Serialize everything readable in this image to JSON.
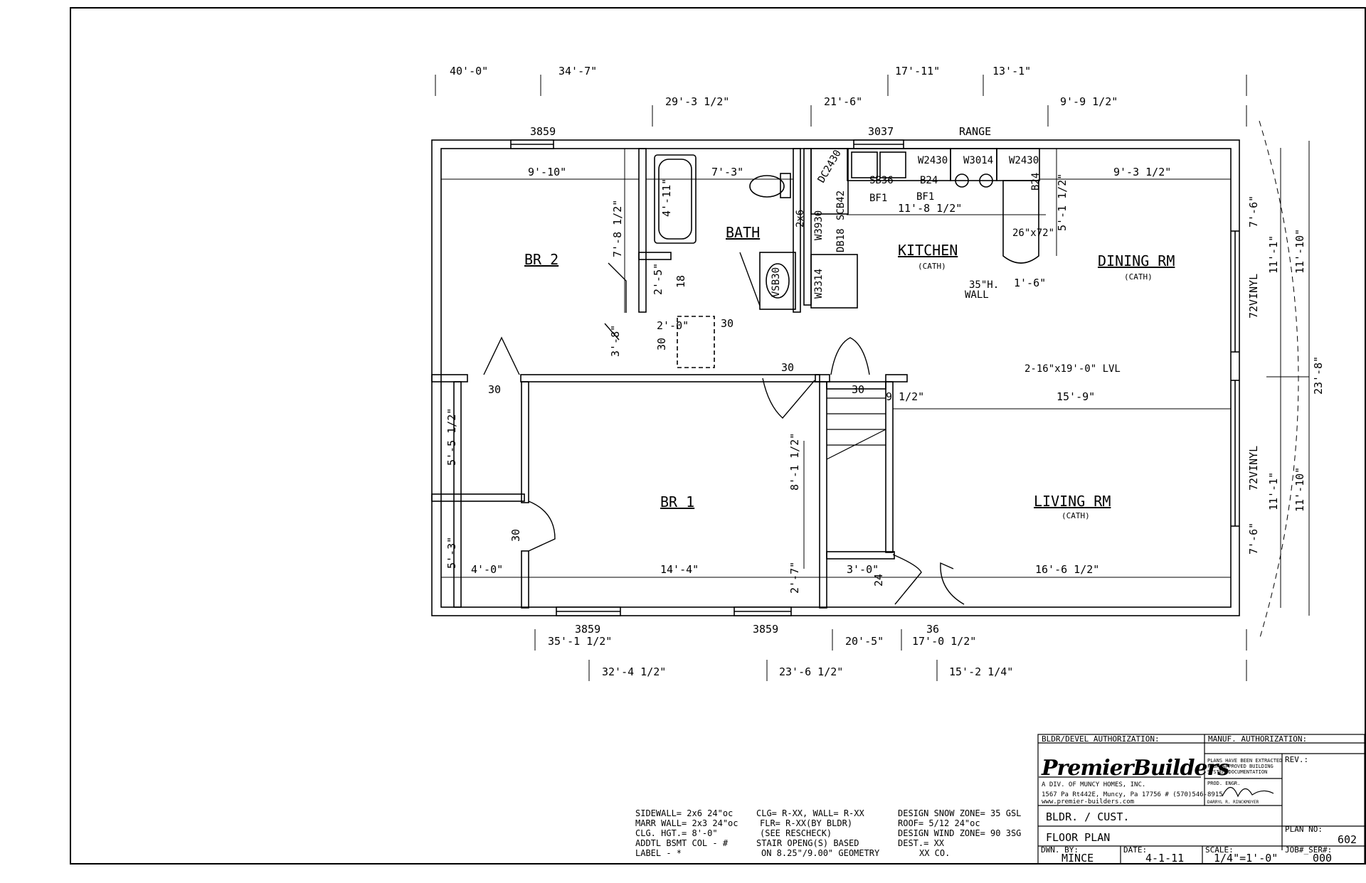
{
  "rooms": {
    "br2": "BR 2",
    "bath": "BATH",
    "kitchen": "KITCHEN",
    "kitchen_sub": "(CATH)",
    "dining": "DINING RM",
    "dining_sub": "(CATH)",
    "br1": "BR 1",
    "living": "LIVING RM",
    "living_sub": "(CATH)"
  },
  "top_dims_row1": [
    "40'-0\"",
    "34'-7\"",
    "17'-11\"",
    "13'-1\""
  ],
  "top_dims_row2": [
    "29'-3 1/2\"",
    "21'-6\"",
    "9'-9 1/2\""
  ],
  "top_labels": {
    "window_left": "3859",
    "window_mid": "3037",
    "range": "RANGE"
  },
  "interior_dims": {
    "br2_width": "9'-10\"",
    "bath_width": "7'-3\"",
    "dining_width": "9'-3 1/2\"",
    "kitchen_run": "11'-8 1/2\"",
    "br2_depth": "7'-8 1/2\"",
    "tub_len": "4'-11\"",
    "kitchen_depth": "5'-1 1/2\"",
    "island": "26\"x72\"",
    "island_ext": "1'-6\"",
    "wall_note_1": "35\"H.",
    "wall_note_2": "WALL",
    "lvl": "2-16\"x19'-0\" LVL",
    "living_upper": "15'-9\"",
    "stair_offset": "9 1/2\"",
    "closet_25": "2'-5\"",
    "door_18": "18",
    "linen_20": "2'-0\"",
    "door_30a": "30",
    "door_30b": "30",
    "closet_38": "3'-8\"",
    "door_30c": "30",
    "door_30d": "30",
    "door_30e": "30",
    "closet_55": "5'-5 1/2\"",
    "closet_53": "5'-3\"",
    "closet_40": "4'-0\"",
    "door_30f": "30",
    "br1_width": "14'-4\"",
    "br1_depth": "8'-1 1/2\"",
    "hall_27": "2'-7\"",
    "stair_30": "3'-0\"",
    "door_24": "24",
    "living_width": "16'-6 1/2\"",
    "right_76a": "7'-6\"",
    "right_111a": "11'-1\"",
    "right_72v_a": "72VINYL",
    "right_11_10a": "11'-10\"",
    "right_238": "23'-8\"",
    "right_72v_b": "72VINYL",
    "right_111b": "11'-1\"",
    "right_11_10b": "11'-10\"",
    "right_76b": "7'-6\""
  },
  "cabinets": [
    "DC2430",
    "SB36",
    "W2430",
    "B24",
    "W3014",
    "W2430",
    "B24",
    "BF1",
    "BF1",
    "W3930",
    "2x6",
    "SCB42",
    "DB18",
    "W3314",
    "VSB30"
  ],
  "bottom_labels": {
    "win1": "3859",
    "win2": "3859",
    "door": "36"
  },
  "bottom_dims_row1": [
    "35'-1 1/2\"",
    "20'-5\"",
    "17'-0 1/2\""
  ],
  "bottom_dims_row2": [
    "32'-4 1/2\"",
    "23'-6 1/2\"",
    "15'-2 1/4\""
  ],
  "notes": [
    [
      "SIDEWALL=  2x6 24\"oc",
      "CLG= R-XX, WALL= R-XX",
      "DESIGN SNOW ZONE= 35 GSL"
    ],
    [
      "MARR WALL= 2x3 24\"oc",
      "FLR= R-XX(BY BLDR)",
      "ROOF= 5/12 24\"oc"
    ],
    [
      "CLG. HGT.=  8'-0\"",
      "(SEE RESCHECK)",
      "DESIGN WIND ZONE= 90 3SG"
    ],
    [
      "ADDTL BSMT COL - #",
      "STAIR OPENG(S) BASED",
      "DEST.= XX"
    ],
    [
      "LABEL - *",
      "ON 8.25\"/9.00\" GEOMETRY",
      "XX CO."
    ]
  ],
  "title_block": {
    "bldr_auth": "BLDR/DEVEL AUTHORIZATION:",
    "manuf_auth": "MANUF. AUTHORIZATION:",
    "company": "PremierBuilders",
    "division": "A DIV. OF MUNCY HOMES, INC.",
    "address": "1567 Pa Rt442E, Muncy, Pa 17756  # (570)546-8915",
    "website": "www.premier-builders.com",
    "extract_note_1": "PLANS HAVE BEEN EXTRACTED",
    "extract_note_2": "FROM APPROVED BUILDING",
    "extract_note_3": "SYSTEM DOCUMENTATION",
    "prod_engr": "PROD. ENGR.",
    "engineer": "DARRYL R. RINCKMOYER",
    "rev_label": "REV.:",
    "bldr_cust": "BLDR. / CUST.",
    "sheet_title": "FLOOR PLAN",
    "plan_no_label": "PLAN NO:",
    "plan_no": "602",
    "dwn_by_label": "DWN. BY:",
    "dwn_by": "MINCE",
    "date_label": "DATE:",
    "date": "4-1-11",
    "scale_label": "SCALE:",
    "scale": "1/4\"=1'-0\"",
    "job_label": "JOB#_SER#:",
    "job": "000"
  }
}
